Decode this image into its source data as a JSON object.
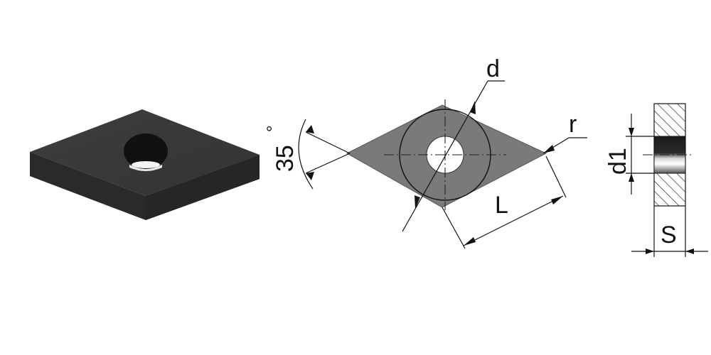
{
  "labels": {
    "d": "d",
    "r": "r",
    "L": "L",
    "angle": "35",
    "angle_unit": "°",
    "d1": "d1",
    "S": "S"
  },
  "colors": {
    "insert_dark": "#3a3a3a",
    "insert_side": "#2c2c2c",
    "face_gray": "#7a7a7a",
    "line": "#111111"
  }
}
